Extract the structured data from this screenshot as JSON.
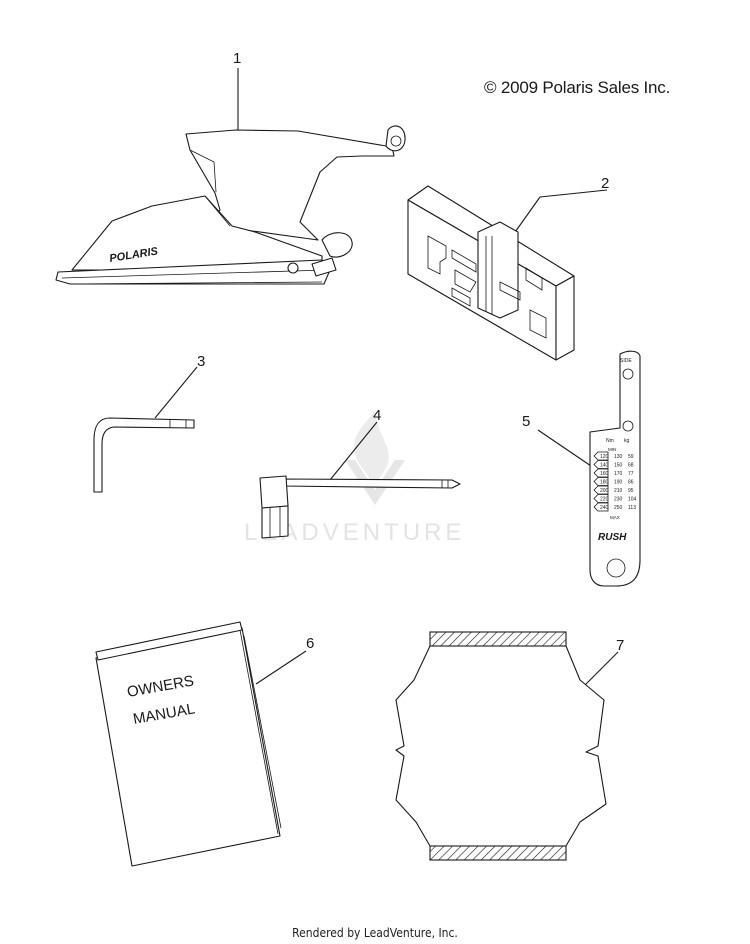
{
  "copyright": "© 2009 Polaris Sales Inc.",
  "footer": "Rendered by LeadVenture, Inc.",
  "watermark": "LEADVENTURE",
  "callouts": [
    "1",
    "2",
    "3",
    "4",
    "5",
    "6",
    "7"
  ],
  "labels": {
    "bag_brand": "POLARIS",
    "manual_line1": "OWNERS",
    "manual_line2": "MANUAL",
    "gauge_brand": "RUSH",
    "gauge_top": "SIDE",
    "gauge_col_left": "Nm",
    "gauge_col_right": "kg",
    "gauge_min": "MIN",
    "gauge_max": "MAX",
    "gauge_nm": [
      "120",
      "140",
      "160",
      "180",
      "200",
      "220",
      "240"
    ],
    "gauge_mid": [
      "130",
      "150",
      "170",
      "190",
      "210",
      "230",
      "250"
    ],
    "gauge_kg": [
      "59",
      "68",
      "77",
      "86",
      "95",
      "104",
      "113"
    ]
  },
  "colors": {
    "line": "#1a1a1a",
    "watermark": "#e3e3e3",
    "background": "#ffffff"
  }
}
